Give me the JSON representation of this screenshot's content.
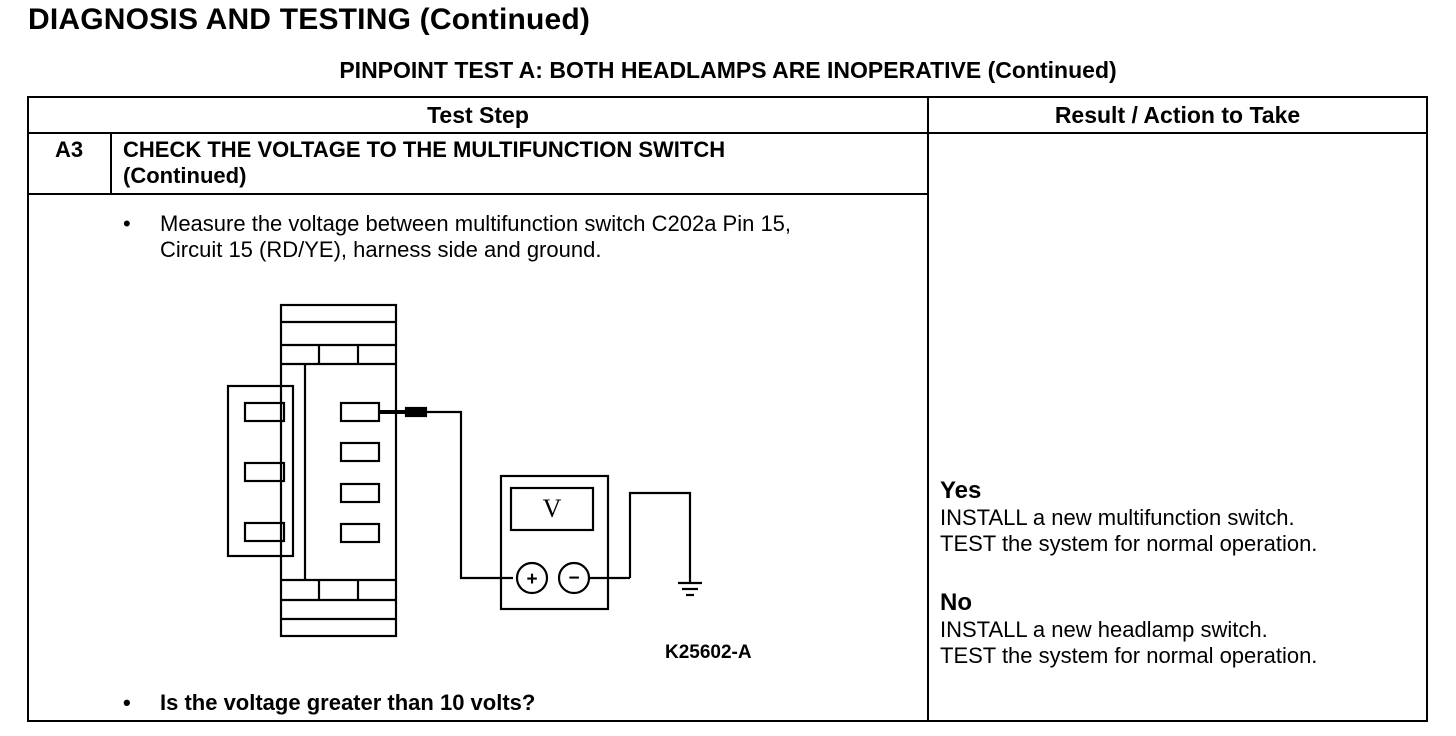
{
  "page_title": "DIAGNOSIS AND TESTING (Continued)",
  "table_heading": "PINPOINT TEST A: BOTH HEADLAMPS ARE INOPERATIVE (Continued)",
  "columns": {
    "test_step": "Test Step",
    "result_action": "Result / Action to Take"
  },
  "step": {
    "id": "A3",
    "title_line1": "CHECK THE VOLTAGE TO THE MULTIFUNCTION SWITCH",
    "title_line2": "(Continued)",
    "bullet_mark": "•",
    "bullet1_line1": "Measure the voltage between multifunction switch C202a Pin 15,",
    "bullet1_line2": "Circuit 15 (RD/YE), harness side and ground.",
    "bullet2": "Is the voltage greater than 10 volts?"
  },
  "diagram": {
    "meter_symbol": "V",
    "plus_symbol": "+",
    "minus_symbol": "−",
    "figure_id": "K25602-A",
    "icons": [
      "connector-icon",
      "voltmeter-icon",
      "ground-symbol-icon",
      "test-probe-icon"
    ]
  },
  "results": {
    "yes_label": "Yes",
    "yes_line1": "INSTALL a new multifunction switch.",
    "yes_line2": "TEST the system for normal operation.",
    "no_label": "No",
    "no_line1": "INSTALL a new headlamp switch.",
    "no_line2": "TEST the system for normal operation."
  }
}
